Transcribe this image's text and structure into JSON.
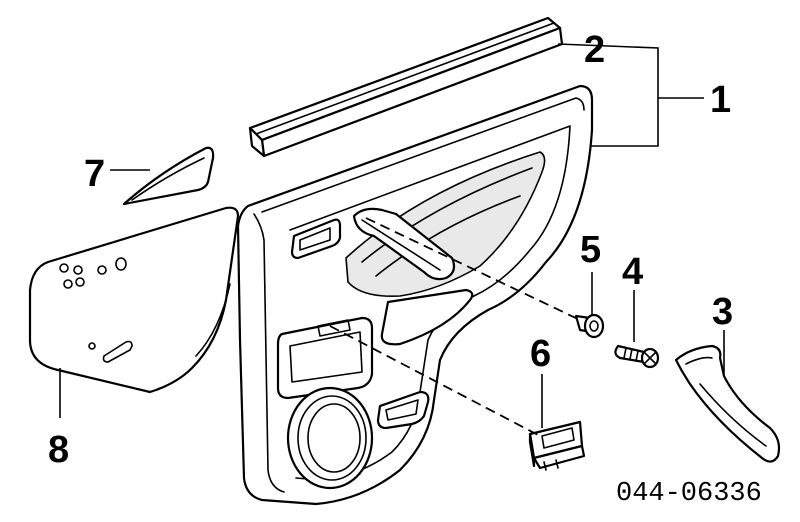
{
  "diagram": {
    "callouts": {
      "c1": "1",
      "c2": "2",
      "c3": "3",
      "c4": "4",
      "c5": "5",
      "c6": "6",
      "c7": "7",
      "c8": "8"
    },
    "drawing_number": "044-06336"
  },
  "colors": {
    "line": "#000000",
    "background": "#ffffff"
  }
}
